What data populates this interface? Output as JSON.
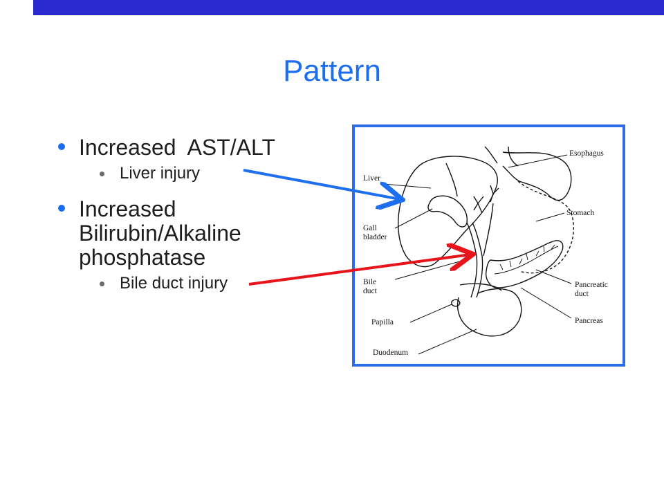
{
  "slide": {
    "title": "Pattern",
    "bullets": [
      {
        "text": "Increased  AST/ALT",
        "sub": "Liver injury"
      },
      {
        "text": "Increased Bilirubin/Alkaline phosphatase",
        "sub": "Bile duct injury"
      }
    ]
  },
  "figure": {
    "labels": {
      "esophagus": "Esophagus",
      "liver": "Liver",
      "stomach": "Stomach",
      "gall_bladder": "Gall bladder",
      "bile_duct": "Bile duct",
      "pancreatic_duct": "Pancreatic duct",
      "pancreas": "Pancreas",
      "papilla": "Papilla",
      "duodenum": "Duodenum"
    }
  },
  "colors": {
    "title": "#1b6ef0",
    "top_bar": "#2a2ad0",
    "figure_border": "#2e6be6",
    "arrow_liver": "#1e6ff0",
    "arrow_bile": "#e8141c"
  }
}
